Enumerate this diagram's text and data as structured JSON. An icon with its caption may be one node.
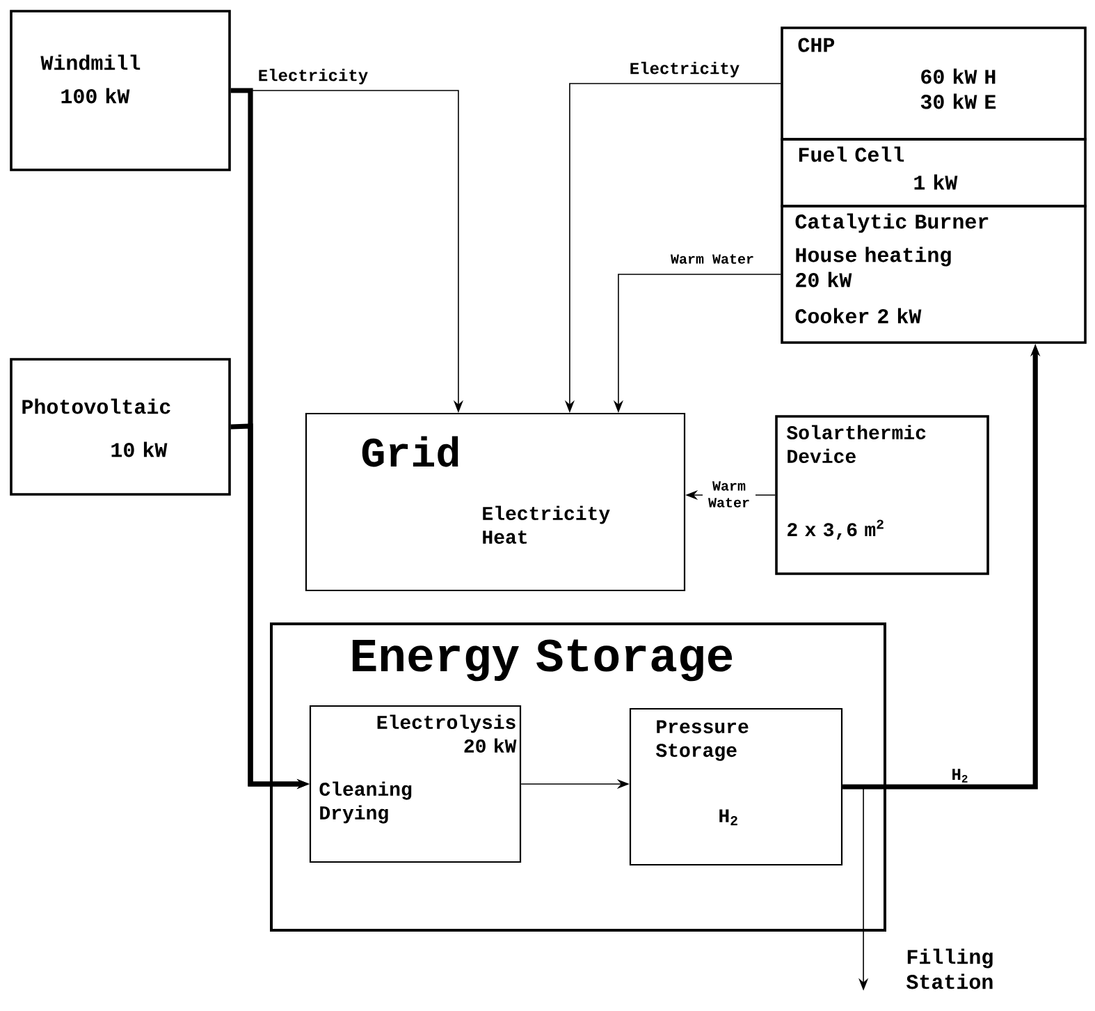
{
  "diagram": {
    "nodes": [
      {
        "text": [
          "Windmill",
          "100 kW"
        ]
      },
      {
        "text": [
          "CHP",
          "60 kW H 30 kW E"
        ]
      },
      {
        "text": [
          "Fuel Cell",
          "1 kW"
        ]
      },
      {
        "text": [
          "Catalytic Burner",
          "House heating 20 kW",
          "Cooker 2 kW"
        ]
      },
      {
        "text": [
          "Photovoltaic",
          "10 kW"
        ]
      },
      {
        "text": [
          "Grid",
          "Electricity Heat"
        ]
      },
      {
        "text": [
          "Solarthermic Device",
          "2 x 3,6 m$^{2}$"
        ]
      },
      {
        "text": [
          "Energy Storage"
        ]
      },
      {
        "text": [
          "Electrolysis 20 kW",
          "Cleaning Drying"
        ],
        "in": 7
      },
      {
        "text": [
          "Pressure Storage",
          "H$_{2}$"
        ],
        "in": 7
      },
      {
        "text": [
          "Filling Station"
        ]
      }
    ],
    "edges": [
      {
        "from": 0,
        "to": 5,
        "arrow": "to",
        "label": "Electricity"
      },
      {
        "from": 0,
        "to": 8,
        "arrow": "to",
        "style": "thick"
      },
      {
        "from": 4,
        "to": 8,
        "arrow": "to",
        "style": "thick"
      },
      {
        "from": 1,
        "to": 5,
        "arrow": "to",
        "label": "Electricity"
      },
      {
        "from": 3,
        "to": 5,
        "arrow": "to",
        "label": "Warm Water"
      },
      {
        "from": 6,
        "to": 5,
        "arrow": "to",
        "label": "Warm Water"
      },
      {
        "from": 8,
        "to": 9,
        "arrow": "to"
      },
      {
        "from": 9,
        "to": 3,
        "arrow": "to",
        "label": "H$_{2}$",
        "style": "thick"
      },
      {
        "from": 9,
        "to": 10,
        "arrow": "to"
      }
    ]
  }
}
